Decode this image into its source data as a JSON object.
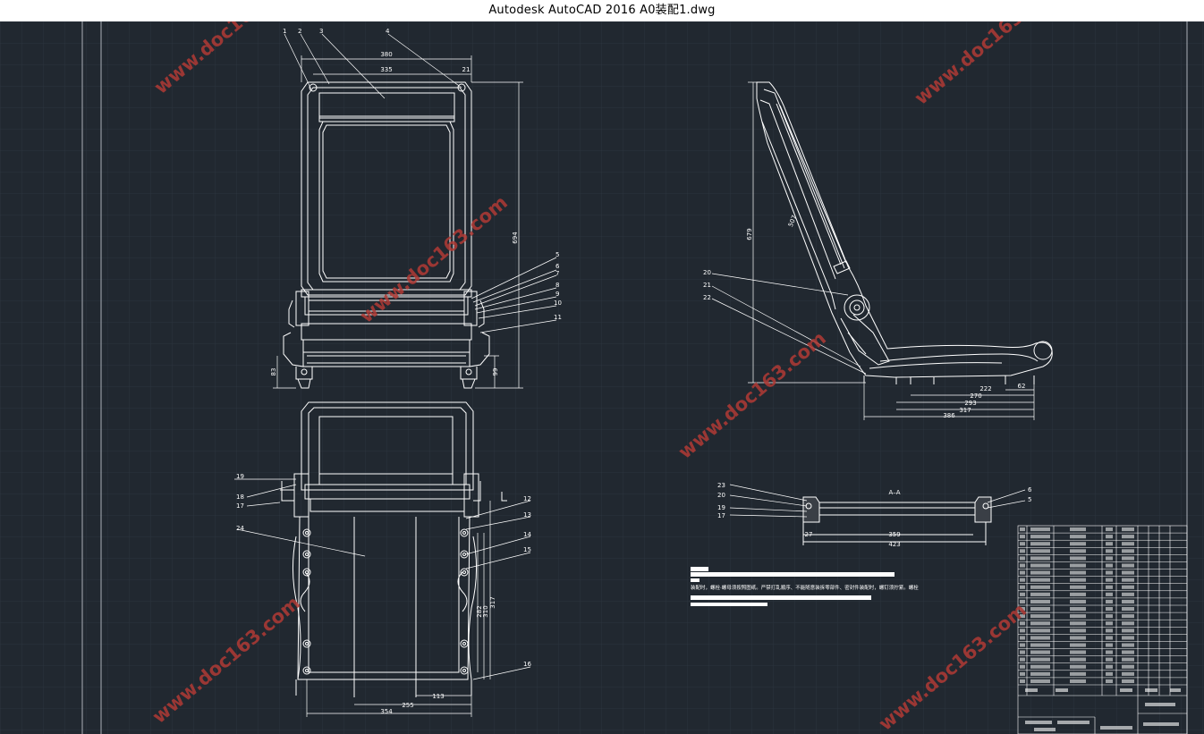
{
  "window": {
    "title": "Autodesk AutoCAD 2016     A0装配1.dwg"
  },
  "watermark": {
    "text": "www.doc163.com",
    "color": "#b13a35"
  },
  "colors": {
    "background": "#212830",
    "grid": "#2c343e",
    "line": "#ffffff",
    "title_bar": "#ffffff"
  },
  "front_view": {
    "dimensions": {
      "overall_width": "380",
      "inner_width": "335",
      "corner": "21",
      "height": "694",
      "left_small": "83",
      "right_small": "99"
    },
    "balloons_top": [
      "1",
      "2",
      "3",
      "4"
    ],
    "balloons_right": [
      "5",
      "6",
      "7",
      "8",
      "9",
      "10",
      "11"
    ]
  },
  "bottom_view": {
    "dimensions": {
      "d113": "113",
      "d255": "255",
      "d354": "354",
      "d282": "282",
      "d310": "310",
      "d317": "317"
    },
    "balloons_left": [
      "19",
      "18",
      "17",
      "24"
    ],
    "balloons_right": [
      "12",
      "13",
      "14",
      "15",
      "16"
    ]
  },
  "side_view": {
    "dimensions": {
      "height": "679",
      "back_len": "507",
      "d62": "62",
      "d222": "222",
      "d270": "270",
      "d293": "293",
      "d317": "317",
      "d386": "386"
    },
    "balloons": [
      "20",
      "21",
      "22"
    ]
  },
  "section_view": {
    "label": "A–A",
    "dimensions": {
      "d27": "27",
      "d359": "359",
      "d423": "423"
    },
    "balloons_left": [
      "23",
      "20",
      "19",
      "17"
    ],
    "balloons_right": [
      "6",
      "5"
    ]
  },
  "notes": {
    "line": "装配时，螺栓·螺母须按照图纸。严禁打乱顺序、不能随意装拆零部件、密封件装配时，螺钉须拧紧。螺栓"
  },
  "parts_list": {
    "rows": 22
  }
}
